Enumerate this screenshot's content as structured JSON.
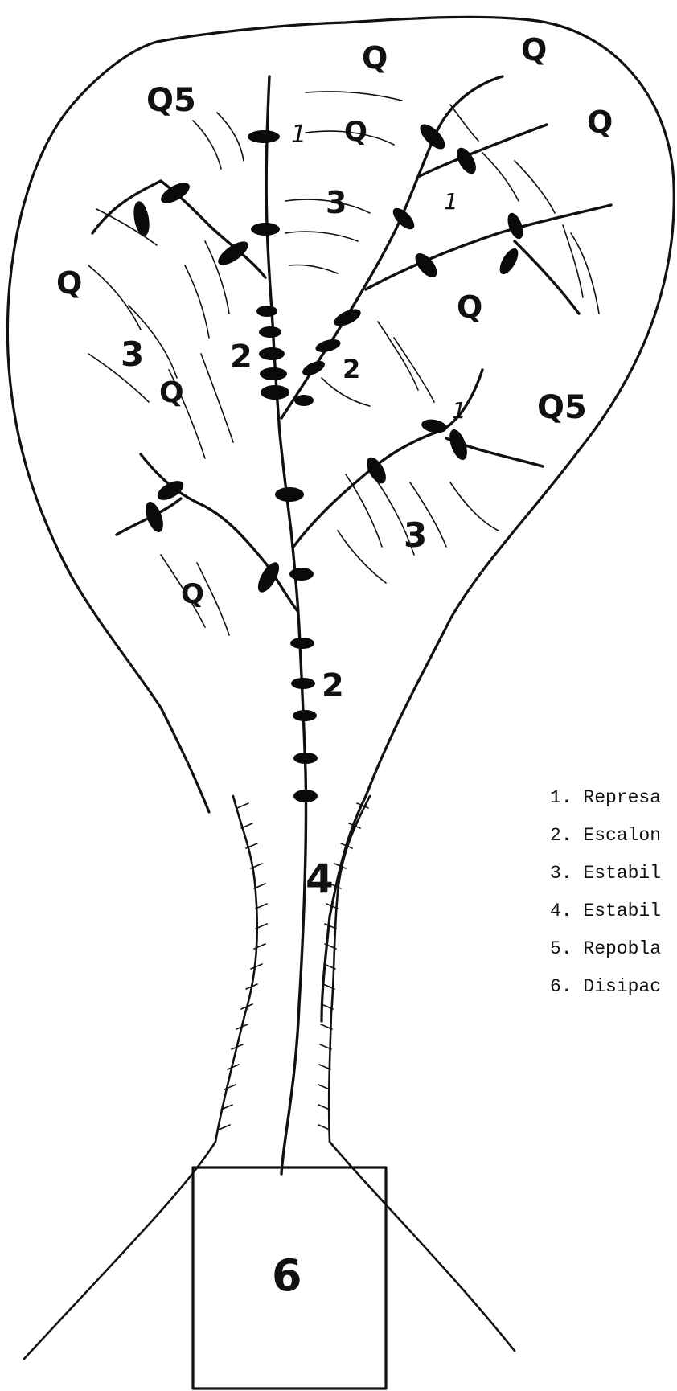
{
  "zone_labels": {
    "q5_top": "Q5",
    "q_top1": "Q",
    "q_top2": "Q",
    "q_top3": "Q",
    "q_right1": "Q",
    "q_left": "Q",
    "q_mid": "Q",
    "q_center": "Q",
    "q5_right": "Q5",
    "q_lower": "Q"
  },
  "feature_labels": {
    "n1_top": "1",
    "n1_right": "1",
    "n1_mid": "1",
    "n3_top": "3",
    "n3_left": "3",
    "n3_right": "3",
    "n2_left": "2",
    "n2_mid": "2",
    "n2_low": "2",
    "n4": "4",
    "n6": "6"
  },
  "legend": [
    "1. Represa",
    "2. Escalon",
    "3. Estabil",
    "4. Estabil",
    "5. Repobla",
    "6. Disipac"
  ]
}
